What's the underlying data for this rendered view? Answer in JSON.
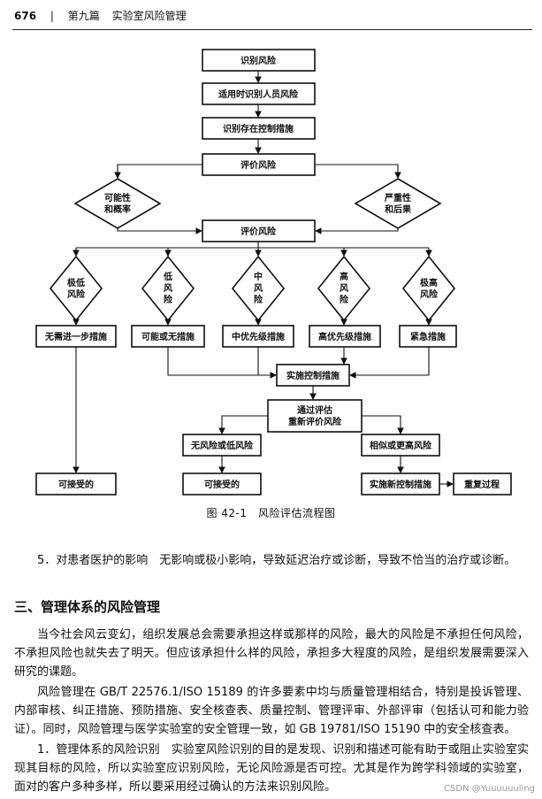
{
  "header": {
    "page_number": "676",
    "separator": "|",
    "part": "第九篇",
    "part_title": "实验室风险管理"
  },
  "flowchart": {
    "top_steps": [
      "识别风险",
      "适用时识别人员风险",
      "识别存在控制措施",
      "评价风险"
    ],
    "factor_left": [
      "可能性",
      "和概率"
    ],
    "factor_right": [
      "严重性",
      "和后果"
    ],
    "evaluate": "评价风险",
    "levels": [
      [
        "极低",
        "风险"
      ],
      [
        "低",
        "风",
        "险"
      ],
      [
        "中",
        "风",
        "险"
      ],
      [
        "高",
        "风",
        "险"
      ],
      [
        "极高",
        "风险"
      ]
    ],
    "measures": [
      "无需进一步措施",
      "可能或无措施",
      "中优先级措施",
      "高优先级措施",
      "紧急措施"
    ],
    "implement": "实施控制措施",
    "reassess": [
      "通过评估",
      "重新评价风险"
    ],
    "no_low_risk": "无风险或低风险",
    "similar_higher": "相似或更高风险",
    "acceptable_left": "可接受的",
    "acceptable_mid": "可接受的",
    "new_measures": "实施新控制措施",
    "repeat": "重复过程"
  },
  "caption": "图 42-1　风险评估流程图",
  "item5": "5．对患者医护的影响　无影响或极小影响，导致延迟治疗或诊断，导致不恰当的治疗或诊断。",
  "section_title": "三、管理体系的风险管理",
  "para1": "当今社会风云变幻，组织发展总会需要承担这样或那样的风险，最大的风险是不承担任何风险，不承担风险也就失去了明天。但应该承担什么样的风险，承担多大程度的风险，是组织发展需要深入研究的课题。",
  "para2": "风险管理在 GB/T 22576.1/ISO 15189 的许多要素中均与质量管理相结合，特别是投诉管理、内部审核、纠正措施、预防措施、安全核查表、质量控制、管理评审、外部评审（包括认可和能力验证）。同时，风险管理与医学实验室的安全管理一致，如 GB 19781/ISO 15190 中的安全核查表。",
  "para3": "1．管理体系的风险识别　实验室风险识别的目的是发现、识别和描述可能有助于或阻止实验室实现其目标的风险，所以实验室应识别风险，无论风险源是否可控。尤其是作为跨学科领域的实验室，面对的客户多种多样，所以要采用经过确认的方法来识别风险。",
  "watermark": "CSDN @Yuuuuuuling"
}
